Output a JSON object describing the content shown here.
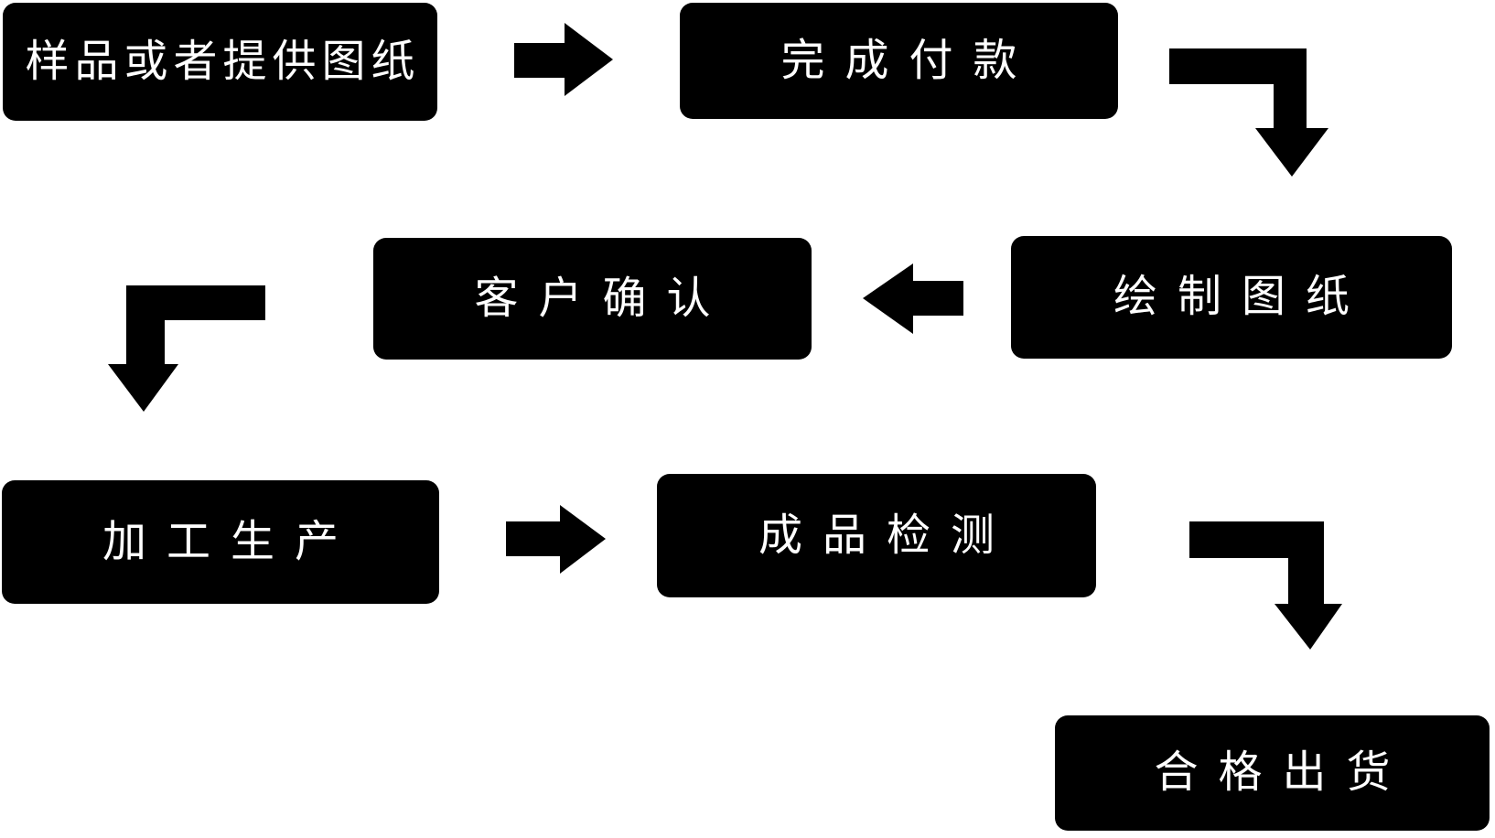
{
  "colors": {
    "node_bg": "#000000",
    "node_text": "#ffffff",
    "arrow": "#000000",
    "background": "#ffffff"
  },
  "flowchart": {
    "type": "process-flow",
    "nodes": [
      {
        "id": "sample",
        "label": "样品或者提供图纸"
      },
      {
        "id": "payment",
        "label": "完成付款"
      },
      {
        "id": "drawing",
        "label": "绘制图纸"
      },
      {
        "id": "confirm",
        "label": "客户确认"
      },
      {
        "id": "production",
        "label": "加工生产"
      },
      {
        "id": "inspection",
        "label": "成品检测"
      },
      {
        "id": "shipment",
        "label": "合格出货"
      }
    ],
    "edges": [
      {
        "from": "sample",
        "to": "payment",
        "shape": "right-arrow"
      },
      {
        "from": "payment",
        "to": "drawing",
        "shape": "elbow-right-down"
      },
      {
        "from": "drawing",
        "to": "confirm",
        "shape": "left-arrow"
      },
      {
        "from": "confirm",
        "to": "production",
        "shape": "elbow-left-down"
      },
      {
        "from": "production",
        "to": "inspection",
        "shape": "right-arrow"
      },
      {
        "from": "inspection",
        "to": "shipment",
        "shape": "elbow-right-down"
      }
    ]
  }
}
